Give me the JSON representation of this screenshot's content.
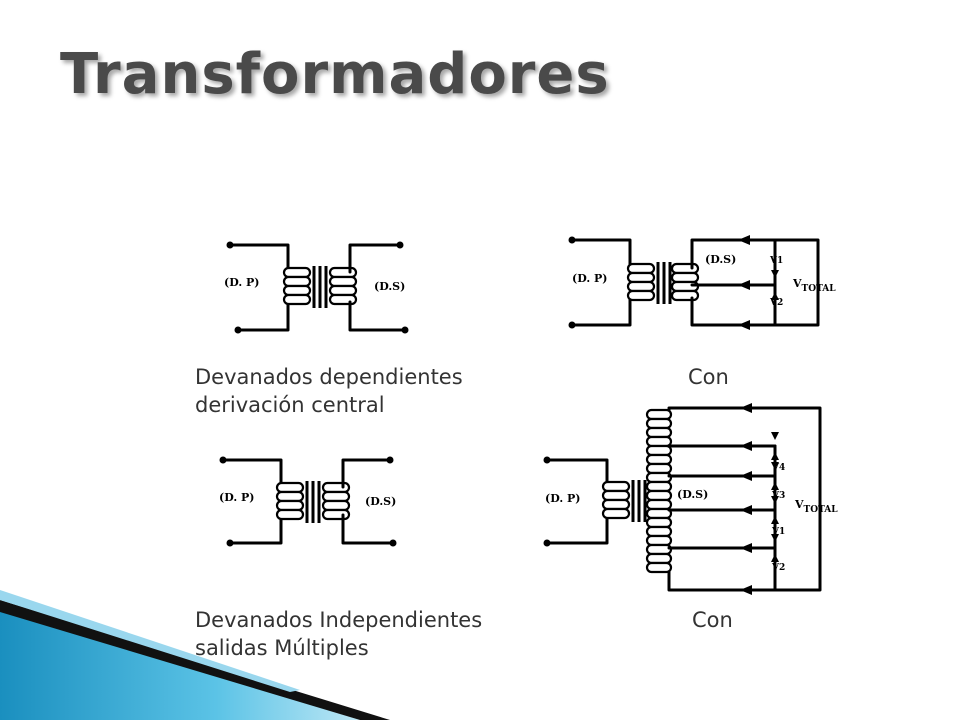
{
  "title": "Transformadores",
  "captions": {
    "top_left": "Devanados  dependientes",
    "top_right": "Con",
    "top_line2": "derivación central",
    "bottom_left": "Devanados Independientes",
    "bottom_right": "Con",
    "bottom_line2": "salidas Múltiples"
  },
  "labels": {
    "primary": "(D. P)",
    "secondary": "(D.S)",
    "v1": "V1",
    "v2": "V2",
    "v3": "V3",
    "v4": "V4",
    "v_total_main": "V",
    "v_total_sub": "TOTAL"
  }
}
